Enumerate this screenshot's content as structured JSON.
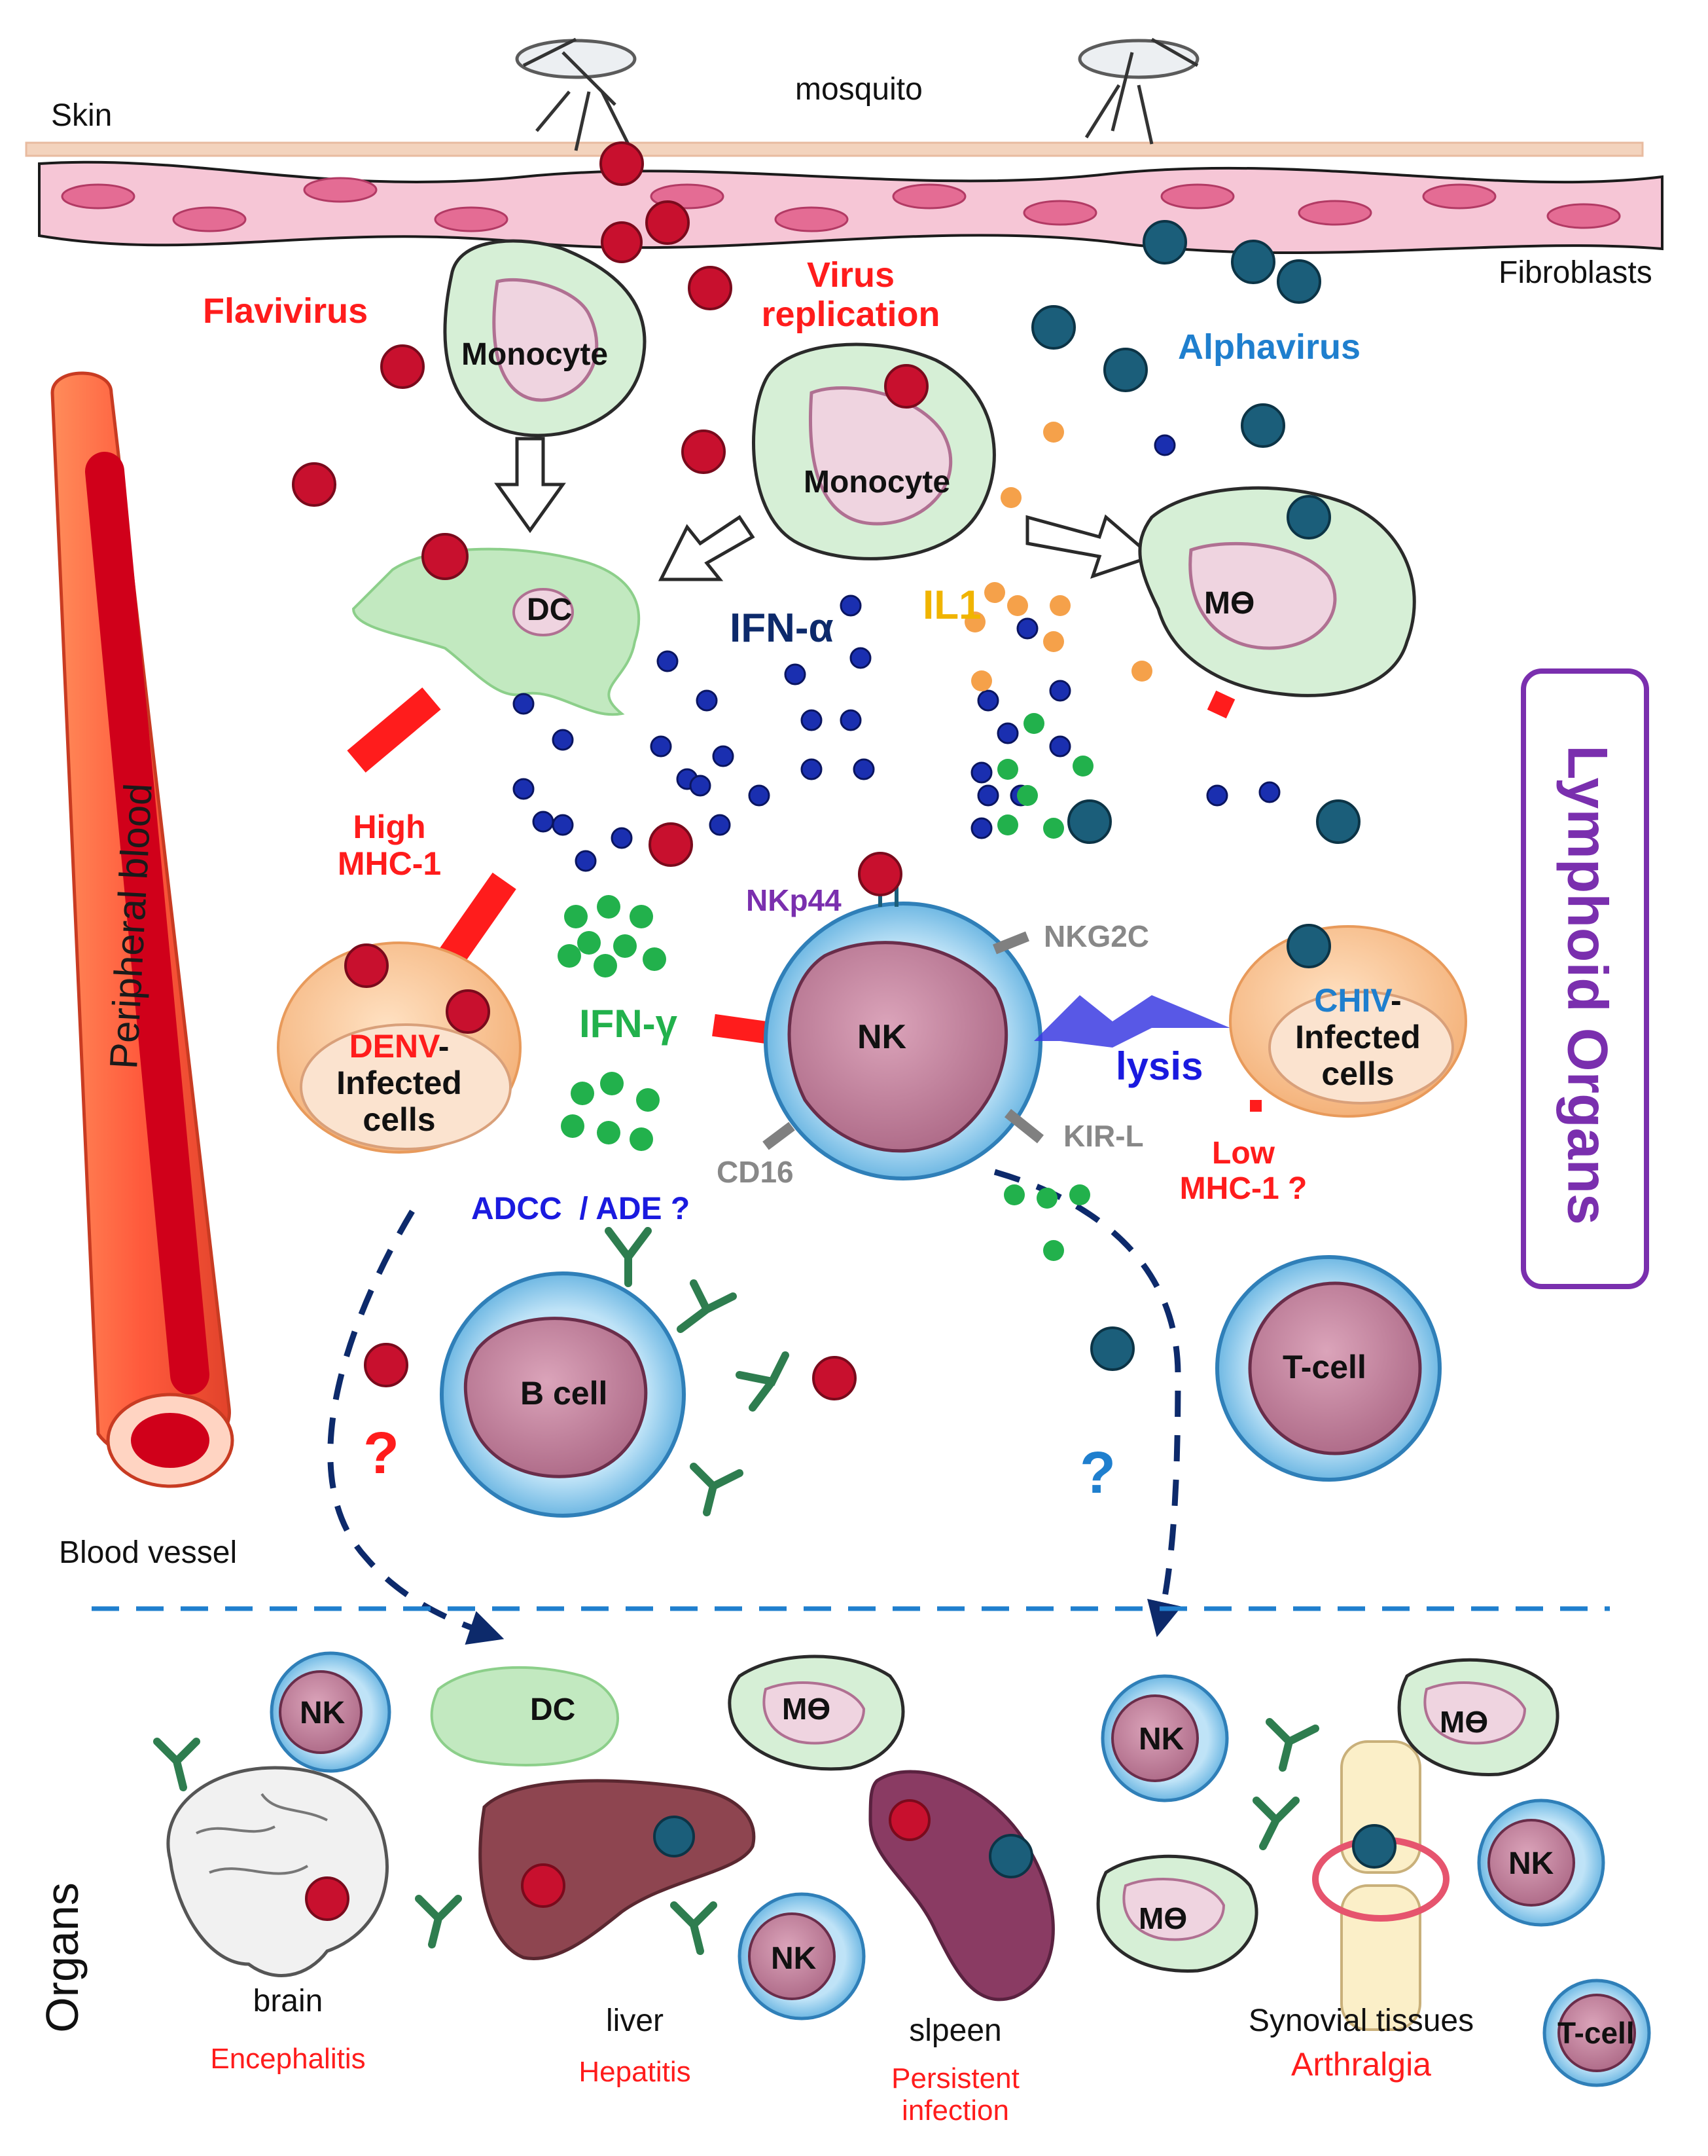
{
  "labels": {
    "skin": "Skin",
    "mosquito": "mosquito",
    "fibroblasts": "Fibroblasts",
    "flavivirus": "Flavivirus",
    "virus_replication": "Virus\nreplication",
    "alphavirus": "Alphavirus",
    "monocyte_1": "Monocyte",
    "monocyte_2": "Monocyte",
    "dc_top": "DC",
    "macrophage_top": "Mϴ",
    "ifn_alpha": "IFN-α",
    "il1": "IL1",
    "high_mhc1": "High\nMHC-1",
    "nkp44": "NKp44",
    "nkg2c": "NKG2C",
    "nk_center": "NK",
    "ifn_gamma": "IFN-γ",
    "denv_prefix": "DENV",
    "denv_suffix": "-\nInfected\ncells",
    "chiv_prefix": "CHIV",
    "chiv_suffix": "-\nInfected\ncells",
    "lysis": "lysis",
    "kir_l": "KIR-L",
    "cd16": "CD16",
    "low_mhc1": "Low\nMHC-1 ?",
    "adcc_ade": "ADCC  / ADE ?",
    "b_cell": "B cell",
    "t_cell_mid": "T-cell",
    "question_red": "?",
    "question_blue": "?",
    "blood_vessel": "Blood vessel",
    "peripheral_blood": "Peripheral blood",
    "lymphoid_organs": "Lymphoid Organs",
    "organs": "Organs",
    "nk_organ_1": "NK",
    "dc_organ": "DC",
    "macrophage_organ_1": "Mϴ",
    "nk_organ_2": "NK",
    "macrophage_organ_2": "Mϴ",
    "nk_organ_3": "NK",
    "macrophage_organ_3": "Mϴ",
    "nk_organ_4": "NK",
    "t_cell_bottom": "T-cell",
    "brain": "brain",
    "encephalitis": "Encephalitis",
    "liver": "liver",
    "hepatitis": "Hepatitis",
    "spleen": "slpeen",
    "persistent_infection": "Persistent\ninfection",
    "synovial_tissues": "Synovial tissues",
    "arthralgia": "Arthralgia"
  },
  "colors": {
    "red_text": "#ff1c1c",
    "flavivirus_particle": "#c8102e",
    "alphavirus_particle": "#1b5e7a",
    "ifn_alpha_dot": "#1a2fb0",
    "il1_dot": "#f5a14a",
    "ifn_gamma_dot": "#22b14c",
    "monocyte_fill": "#d6efd6",
    "nk_membrane": "#9fd2ef",
    "nucleus_fill": "#c98aa3",
    "lymphoid_box": "#7a2fae"
  }
}
